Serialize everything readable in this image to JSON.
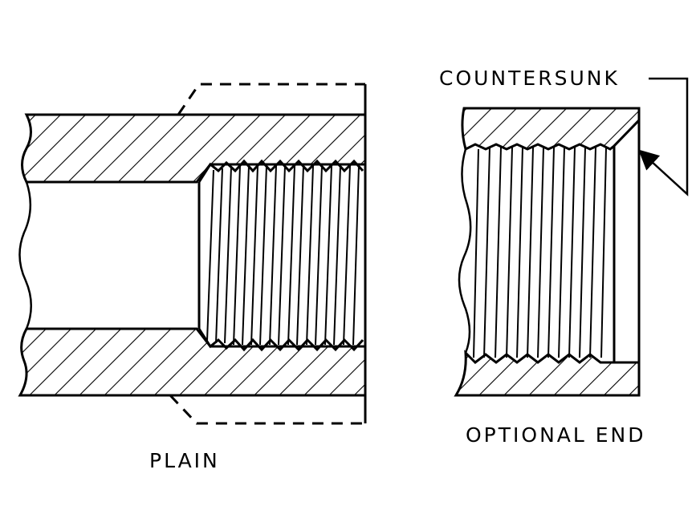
{
  "labels": {
    "countersunk": "COUNTERSUNK",
    "plain": "PLAIN",
    "optional_end": "OPTIONAL END"
  },
  "colors": {
    "ink": "#000000",
    "paper": "#ffffff"
  }
}
